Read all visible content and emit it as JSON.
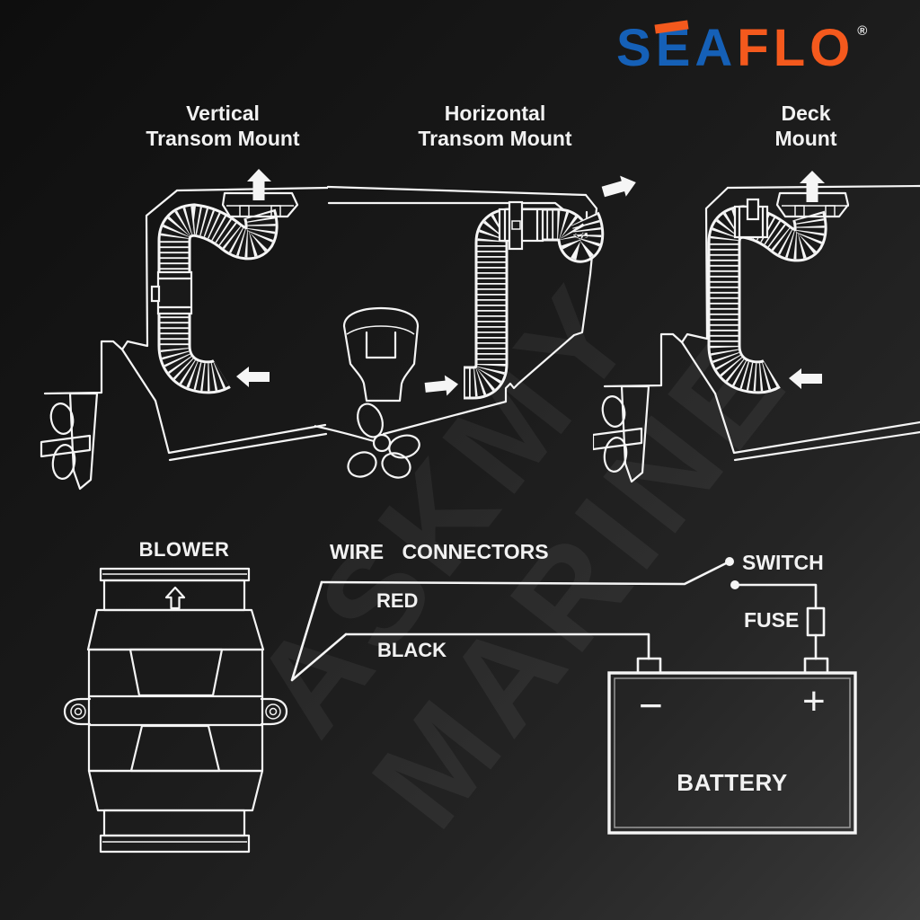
{
  "page": {
    "type": "product-installation-diagram-poster",
    "product": "marine in-line bilge blower"
  },
  "brand": {
    "name": "SEAFLO",
    "letters": [
      "S",
      "E",
      "A",
      "F",
      "L",
      "O"
    ],
    "registered_mark": "®"
  },
  "watermark": {
    "line1": "ASKMY",
    "line2": "MARINE"
  },
  "mounting": {
    "diagrams": [
      {
        "title_line1": "Vertical",
        "title_line2": "Transom Mount"
      },
      {
        "title_line1": "Horizontal",
        "title_line2": "Transom Mount"
      },
      {
        "title_line1": "Deck",
        "title_line2": "Mount"
      }
    ]
  },
  "wiring": {
    "blower_label": "BLOWER",
    "wire_connectors_label": "WIRE CONNECTORS",
    "red_wire_label": "RED",
    "black_wire_label": "BLACK",
    "switch_label": "SWITCH",
    "fuse_label": "FUSE",
    "battery_label": "BATTERY",
    "battery_negative": "−",
    "battery_positive": "+"
  },
  "colors": {
    "logo_blue": "#1560b7",
    "logo_orange": "#f4591d",
    "line_white": "#f5f5f5",
    "background_dark": "#141414",
    "background_light_corner": "#3d3d3d"
  }
}
